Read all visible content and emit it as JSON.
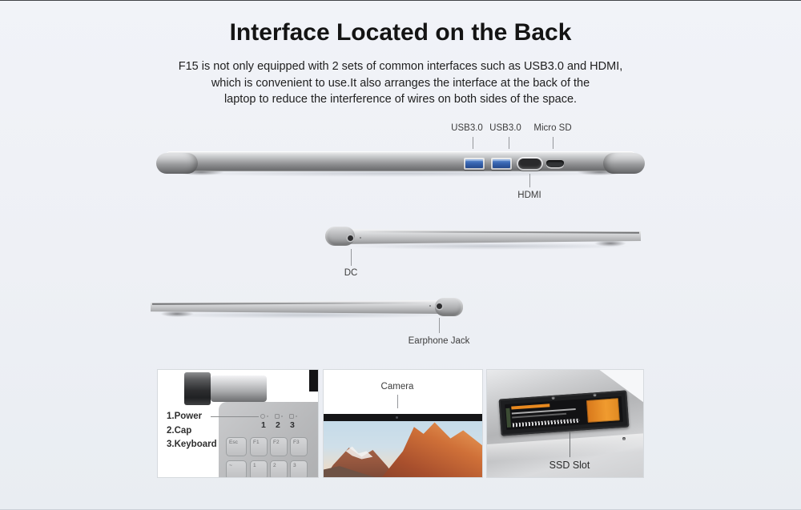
{
  "colors": {
    "page_background": "#eef0f5",
    "usb_port_blue": "#3a68b4",
    "ssd_sticker_orange": "#e8891f",
    "screen_bezel_black": "#151517",
    "laptop_silver": "#abacae"
  },
  "header": {
    "title": "Interface Located on the Back",
    "description_lines": [
      "F15 is not only equipped with 2 sets of common interfaces such as USB3.0 and HDMI,",
      "which is convenient to use.It also arranges the interface at the back of the",
      "laptop to reduce the interference of wires on both sides of the space."
    ]
  },
  "back_view": {
    "usb1_label": "USB3.0",
    "usb2_label": "USB3.0",
    "microsd_label": "Micro SD",
    "hdmi_label": "HDMI"
  },
  "left_view": {
    "dc_label": "DC"
  },
  "right_view": {
    "earphone_label": "Earphone Jack"
  },
  "panels": {
    "indicator_panel": {
      "legend_lines": [
        "1.Power",
        "2.Cap",
        "3.Keyboard"
      ],
      "indicator_numbers": [
        "1",
        "2",
        "3"
      ],
      "keys_row1": [
        "Esc",
        "F1",
        "F2",
        "F3"
      ],
      "keys_row2": [
        "~",
        "1",
        "2",
        "3"
      ]
    },
    "camera_panel": {
      "label": "Camera"
    },
    "ssd_panel": {
      "label": "SSD Slot"
    }
  }
}
